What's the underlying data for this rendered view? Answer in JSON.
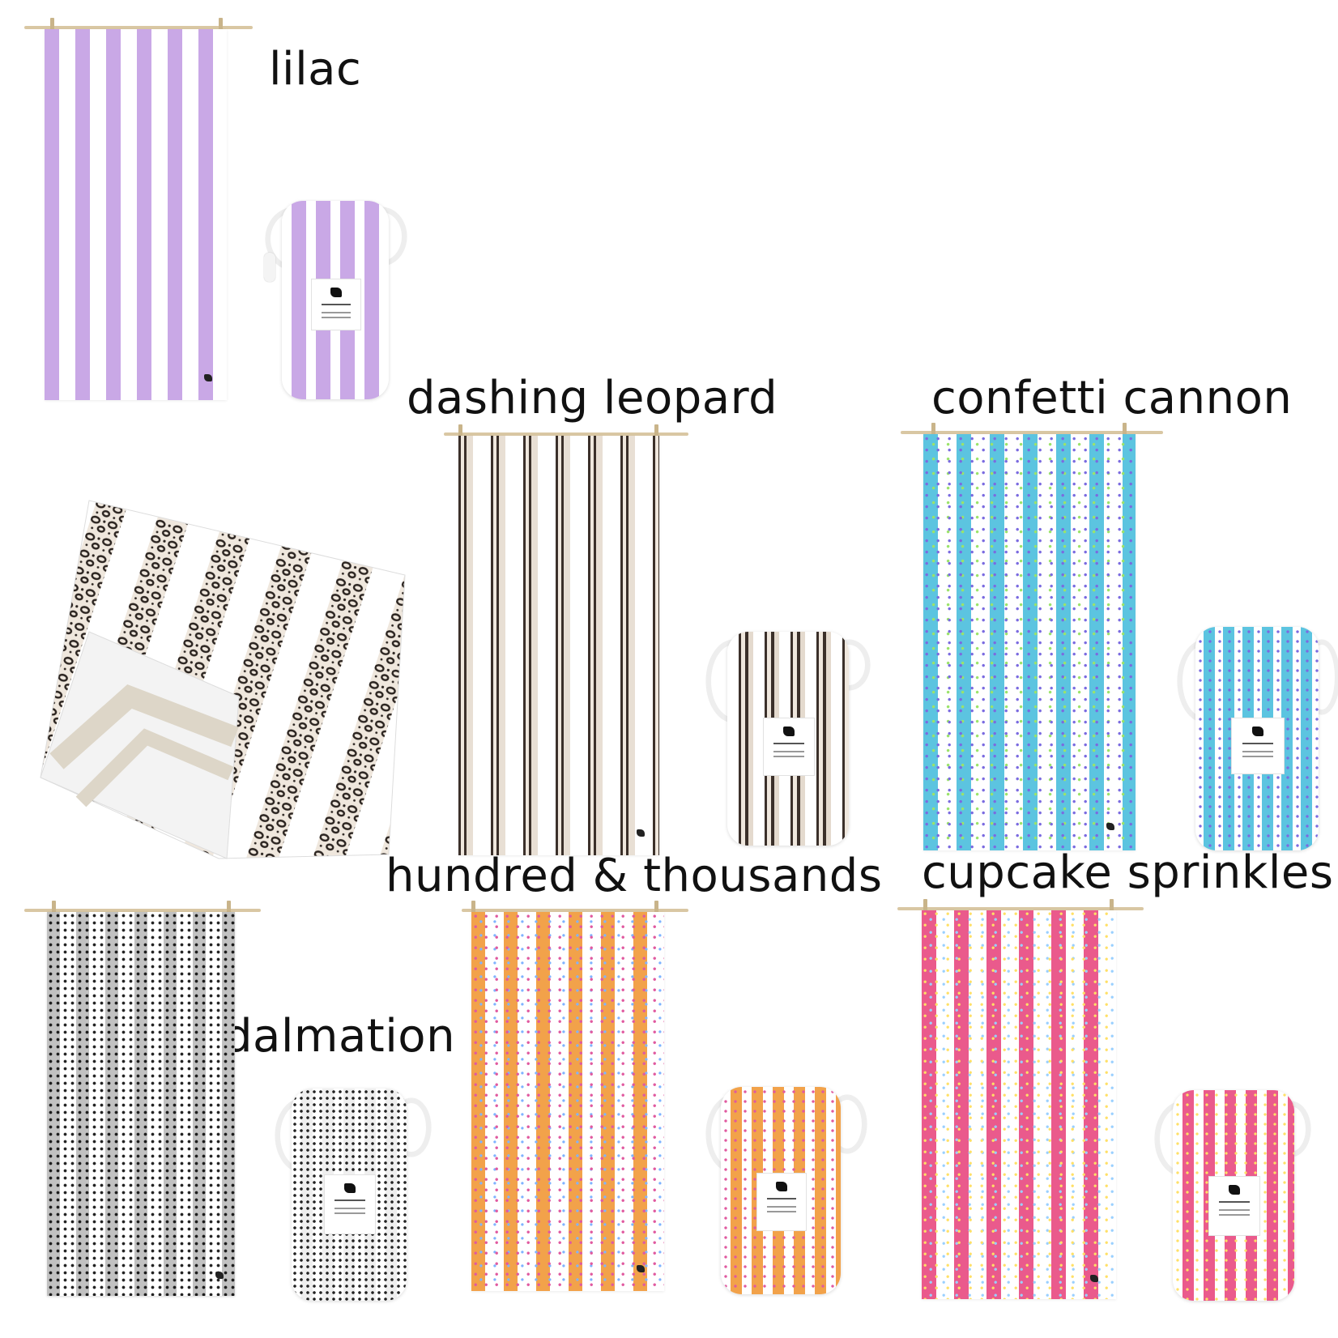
{
  "labels": {
    "lilac": "lilac",
    "dashing_leopard": "dashing leopard",
    "confetti_cannon": "confetti cannon",
    "hundred_thousands": "hundred & thousands",
    "cupcake_sprinkles": "cupcake sprinkles",
    "dalmation": "dalmation"
  },
  "colors": {
    "lilac": "#c9a8e6",
    "leopard": "#2b2420",
    "leopard_base": "#efe7dd",
    "confetti": "#5cc4e0",
    "hundreds": "#f2a24a",
    "cupcake": "#ea5a8c",
    "dalmation": "#3a3a3a",
    "white": "#ffffff"
  }
}
